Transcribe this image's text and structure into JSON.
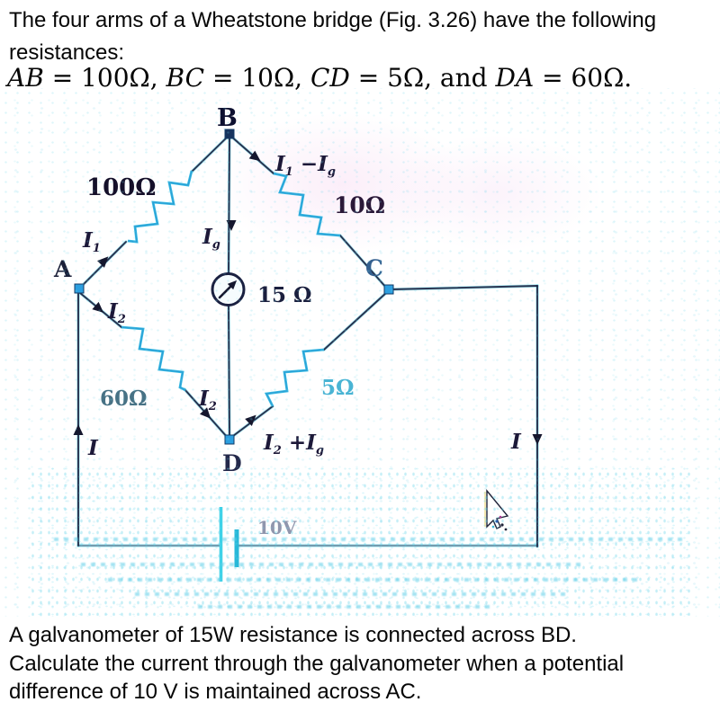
{
  "question": {
    "line1": "The four arms of a Wheatstone bridge (Fig. 3.26) have the following",
    "line2": "resistances:",
    "math": {
      "s1": "AB",
      "s2": " = 100Ω, ",
      "s3": "BC",
      "s4": " = 10Ω, ",
      "s5": "CD",
      "s6": " = 5Ω,  and  ",
      "s7": "DA",
      "s8": " = 60Ω."
    }
  },
  "footer": {
    "line1": "A galvanometer of 15W resistance is connected across BD.",
    "line2": "Calculate the current through the galvanometer when a potential",
    "line3": "difference of 10 V is maintained across AC."
  },
  "diagram": {
    "nodes": {
      "a": "A",
      "b": "B",
      "c": "C",
      "d": "D"
    },
    "resistors": {
      "ab": "100Ω",
      "bc": "10Ω",
      "da": "60Ω",
      "cd": "5Ω",
      "galvanometer": "15 Ω"
    },
    "battery_label": "10V",
    "currents": {
      "i1": {
        "base": "I",
        "sub": "1"
      },
      "i2": {
        "base": "I",
        "sub": "2"
      },
      "i2_d": {
        "base": "I",
        "sub": "2"
      },
      "ig": {
        "base": "I",
        "sub": "g"
      },
      "i1_minus_ig": {
        "b1": "I",
        "s1": "1",
        "op": " −",
        "b2": "I",
        "s2": "g"
      },
      "i2_plus_ig": {
        "b1": "I",
        "s1": "2",
        "op": " +",
        "b2": "I",
        "s2": "g"
      },
      "i_left": "I",
      "i_right": "I"
    },
    "colors": {
      "wire_ink": "#1b2240",
      "resistor_cyan": "#38bce4",
      "node_blue": "#2b9fe0",
      "battery_cyan": "#3ed2e8"
    }
  }
}
